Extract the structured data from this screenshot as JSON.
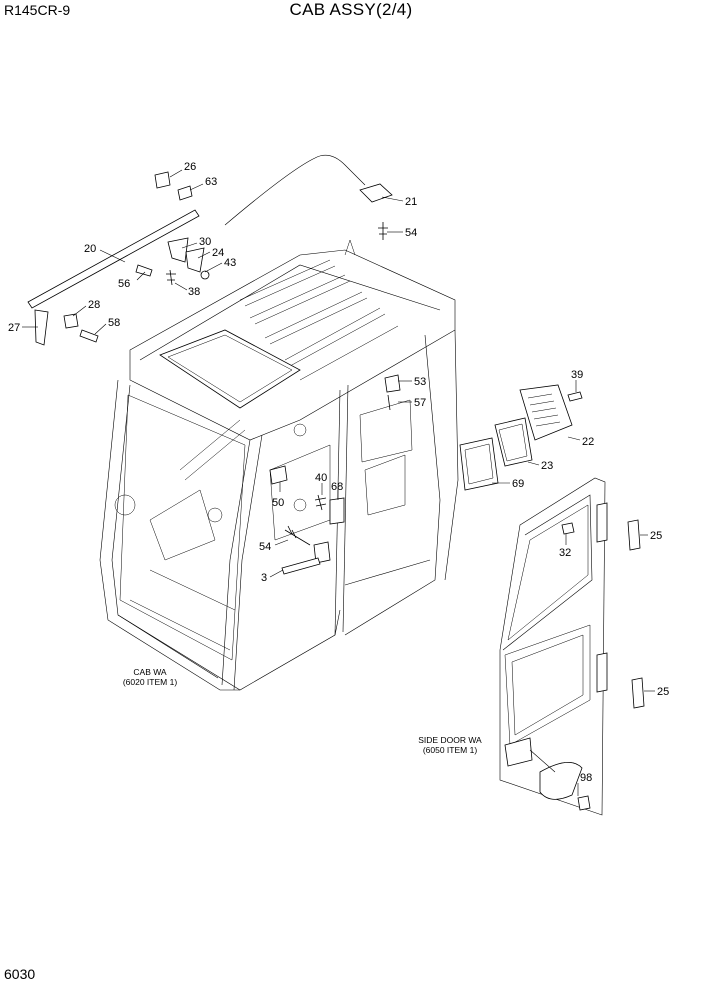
{
  "header": {
    "model": "R145CR-9",
    "title": "CAB ASSY(2/4)"
  },
  "footer": {
    "page_number": "6030"
  },
  "notes": {
    "cab_wa": [
      "CAB WA",
      "(6020 ITEM 1)"
    ],
    "side_door_wa": [
      "SIDE DOOR WA",
      "(6050 ITEM 1)"
    ]
  },
  "callouts": {
    "c26": "26",
    "c63": "63",
    "c21": "21",
    "c54a": "54",
    "c20": "20",
    "c30": "30",
    "c24": "24",
    "c43": "43",
    "c56": "56",
    "c38": "38",
    "c28": "28",
    "c27": "27",
    "c58": "58",
    "c39": "39",
    "c53": "53",
    "c57": "57",
    "c22": "22",
    "c23": "23",
    "c69": "69",
    "c40": "40",
    "c68": "68",
    "c50": "50",
    "c54b": "54",
    "c3": "3",
    "c32": "32",
    "c25a": "25",
    "c25b": "25",
    "c98": "98"
  }
}
